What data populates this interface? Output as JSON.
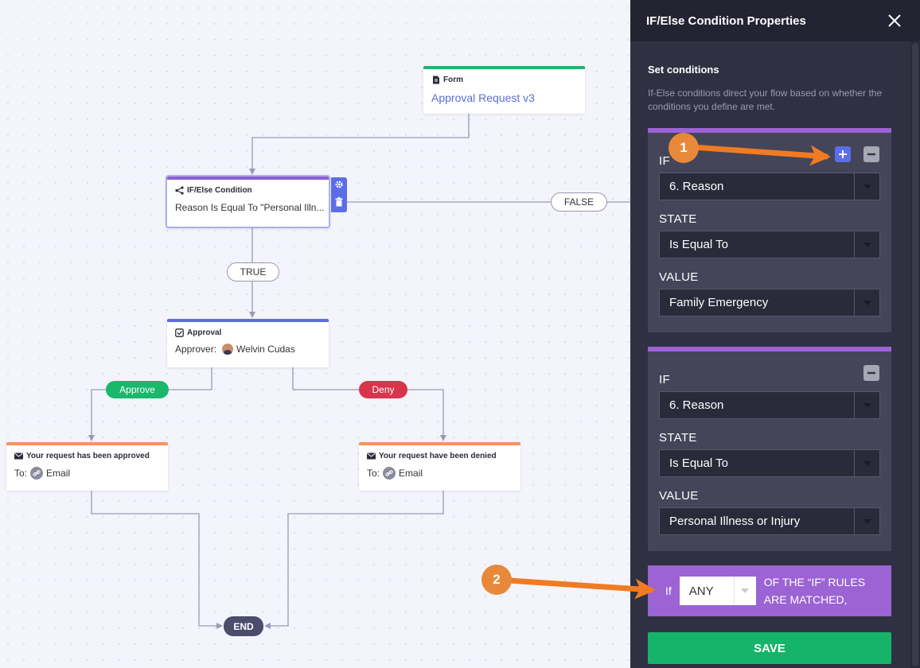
{
  "canvas": {
    "nodes": {
      "form": {
        "type_label": "Form",
        "name": "Approval Request v3",
        "accent": "#1db56f"
      },
      "ifelse": {
        "type_label": "IF/Else Condition",
        "summary": "Reason Is Equal To \"Personal Illn...",
        "accent": "#8e5fd0"
      },
      "approval": {
        "type_label": "Approval",
        "approver_label": "Approver:",
        "approver_name": "Welvin Cudas",
        "accent": "#5b6ee8"
      },
      "approved_email": {
        "type_label": "Your request has been approved",
        "to_label": "To:",
        "to_value": "Email",
        "accent": "#f6945e"
      },
      "denied_email": {
        "type_label": "Your request have been denied",
        "to_label": "To:",
        "to_value": "Email",
        "accent": "#f6945e"
      }
    },
    "branches": {
      "true_label": "TRUE",
      "false_label": "FALSE",
      "approve_label": "Approve",
      "deny_label": "Deny",
      "end_label": "END"
    },
    "colors": {
      "approve": "#19b86c",
      "deny": "#d8344b",
      "end": "#4c4c6c"
    }
  },
  "panel": {
    "title": "IF/Else Condition Properties",
    "section_title": "Set conditions",
    "section_desc": "If-Else conditions direct your flow based on whether the conditions you define are met.",
    "conditions": [
      {
        "if_label": "IF",
        "if_value": "6. Reason",
        "state_label": "STATE",
        "state_value": "Is Equal To",
        "value_label": "VALUE",
        "value_value": "Family Emergency"
      },
      {
        "if_label": "IF",
        "if_value": "6. Reason",
        "state_label": "STATE",
        "state_value": "Is Equal To",
        "value_label": "VALUE",
        "value_value": "Personal Illness or Injury"
      }
    ],
    "match": {
      "prefix": "If",
      "selected": "ANY",
      "suffix": "OF THE “IF” RULES ARE MATCHED,"
    },
    "save_label": "SAVE",
    "colors": {
      "panel_bg": "#2f3041",
      "header_bg": "#232332",
      "block_accent": "#9d63d6",
      "save": "#16b46a"
    }
  },
  "annotations": {
    "badge_1": "1",
    "badge_2": "2",
    "color": "#e8893a"
  }
}
